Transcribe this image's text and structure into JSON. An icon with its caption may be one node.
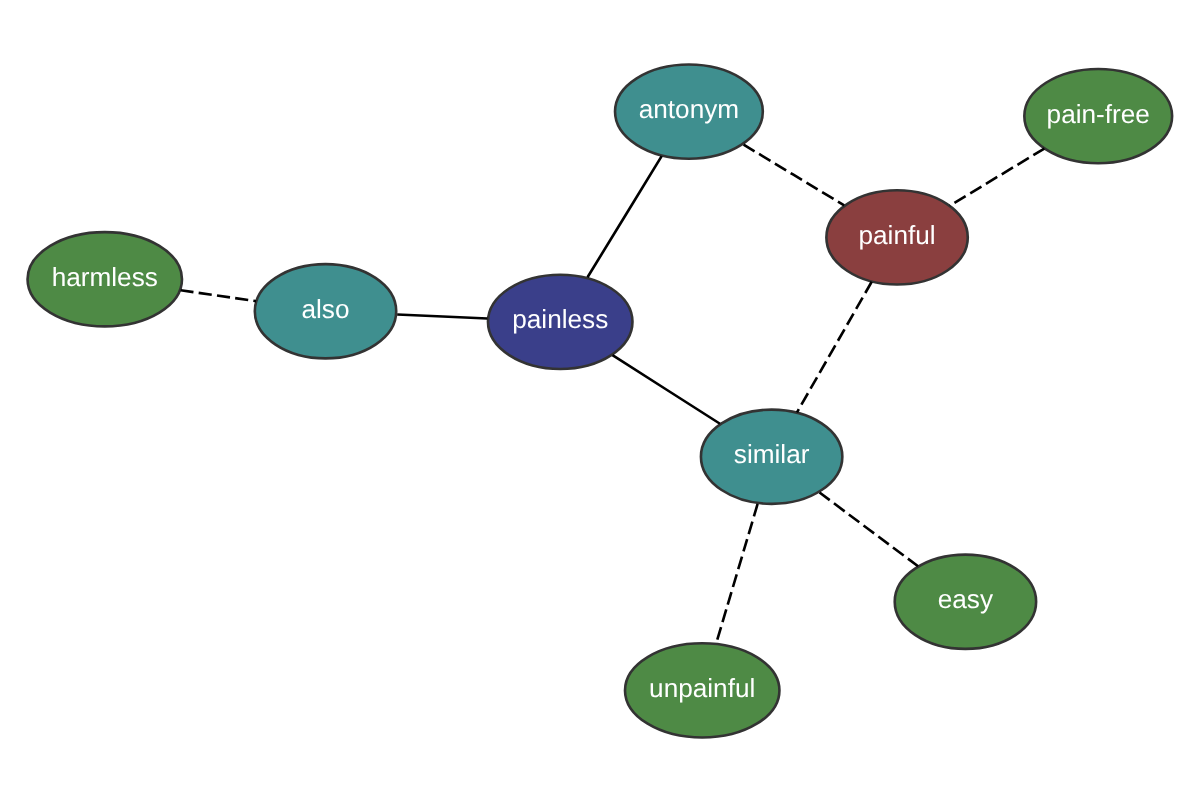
{
  "diagram": {
    "nodes": [
      {
        "text": [
          "harmless"
        ]
      },
      {
        "text": [
          "also"
        ]
      },
      {
        "text": [
          "painless"
        ]
      },
      {
        "text": [
          "antonym"
        ]
      },
      {
        "text": [
          "pain-free"
        ]
      },
      {
        "text": [
          "painful"
        ]
      },
      {
        "text": [
          "similar"
        ]
      },
      {
        "text": [
          "easy"
        ]
      },
      {
        "text": [
          "unpainful"
        ]
      }
    ],
    "edges": [
      {
        "from": 0,
        "to": 1,
        "arrow": "none",
        "style": "dashed"
      },
      {
        "from": 1,
        "to": 2,
        "arrow": "none"
      },
      {
        "from": 2,
        "to": 3,
        "arrow": "none"
      },
      {
        "from": 2,
        "to": 6,
        "arrow": "none"
      },
      {
        "from": 3,
        "to": 5,
        "arrow": "none",
        "style": "dashed"
      },
      {
        "from": 4,
        "to": 5,
        "arrow": "none",
        "style": "dashed"
      },
      {
        "from": 5,
        "to": 6,
        "arrow": "none",
        "style": "dashed"
      },
      {
        "from": 6,
        "to": 8,
        "arrow": "none",
        "style": "dashed"
      },
      {
        "from": 6,
        "to": 7,
        "arrow": "none",
        "style": "dashed"
      }
    ]
  }
}
